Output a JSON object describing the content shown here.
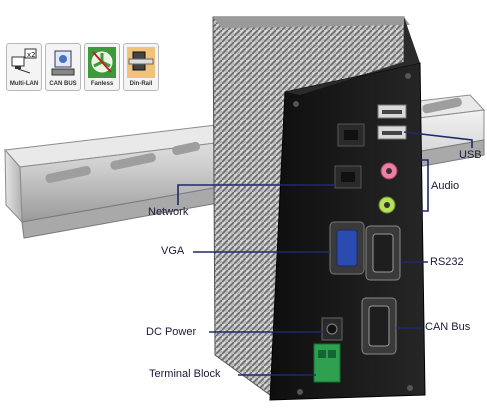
{
  "badges": [
    {
      "icon": "multi-lan-icon",
      "caption": "Multi-LAN",
      "bg": "#dcdcdc"
    },
    {
      "icon": "can-bus-icon",
      "caption": "CAN BUS",
      "bg": "#dcdcdc"
    },
    {
      "icon": "fanless-icon",
      "caption": "Fanless",
      "bg": "#3d9a3a"
    },
    {
      "icon": "din-rail-icon",
      "caption": "Din-Rail",
      "bg": "#e8a040"
    }
  ],
  "callouts": {
    "usb": "USB",
    "audio": "Audio",
    "network": "Network",
    "vga": "VGA",
    "rs232": "RS232",
    "dc_power": "DC Power",
    "can_bus": "CAN Bus",
    "terminal_block": "Terminal Block"
  },
  "colors": {
    "line": "#1e2a6a",
    "device_body": "#1b1b1b",
    "rail": "#c8c8c8",
    "vga_port": "#2a4bb0",
    "audio_pink": "#f07fa8",
    "audio_green": "#b8e05a",
    "terminal_green": "#2ea050"
  }
}
